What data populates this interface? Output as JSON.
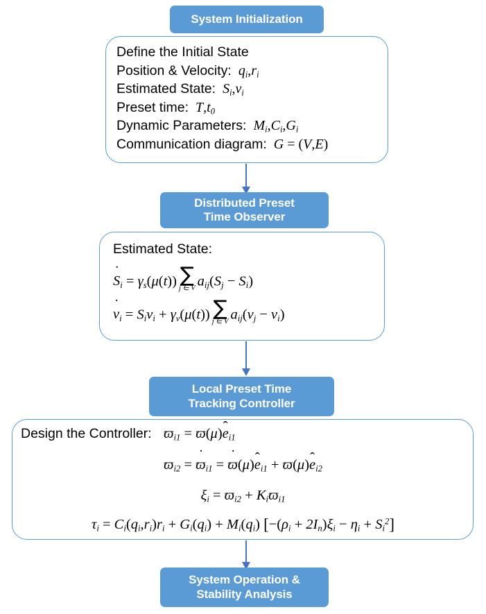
{
  "diagram": {
    "title": "Preset-Time Distributed Control Flowchart",
    "accent_color": "#5B9BD5",
    "arrow_color": "#4472C4",
    "panel_border_color": "#5B9BD5",
    "text_color": "#000000"
  },
  "stages": {
    "initialization": {
      "label": "System Initialization"
    },
    "observer": {
      "label": "Distributed Preset\nTime Observer"
    },
    "controller": {
      "label": "Local Preset Time\nTracking Controller"
    },
    "operation": {
      "label": "System Operation &\nStability Analysis"
    }
  },
  "panel_init": {
    "rows": [
      {
        "label": "Define the Initial State",
        "expr": ""
      },
      {
        "label": "Position & Velocity:",
        "expr": "q_i , r_i"
      },
      {
        "label": "Estimated State:",
        "expr": "S_i , v_i"
      },
      {
        "label": "Preset time:",
        "expr": "T , t_0"
      },
      {
        "label": "Dynamic Parameters:",
        "expr": "M_i , C_i , G_i"
      },
      {
        "label": "Communication diagram:",
        "expr": "G = (V, E)"
      }
    ]
  },
  "panel_observer": {
    "heading": "Estimated State:",
    "equations": [
      "Ṡ_i = γ_s(μ(t)) Σ_{j∈V} a_ij (S_j − S_i)",
      "v̇_i = S_i v_i + γ_v(μ(t)) Σ_{j∈V} a_ij (v_j − v_i)"
    ],
    "sum_limit": "j ∈ V"
  },
  "panel_controller": {
    "heading": "Design the Controller:",
    "equations": [
      "ϖ_i1 = ϖ(μ) ê_i1",
      "ϖ_i2 = ϖ̇_i1 = ϖ̇(μ) ê_i1 + ϖ(μ) ê_i2",
      "ξ_i = ϖ_i2 + K_i ϖ_i1",
      "τ_i = C_i(q_i, r_i) r_i + G_i(q_i) + M_i(q_i) [ −(ρ_i + 2I_n) ξ_i − η_i + S_i² ]"
    ]
  },
  "connectors": [
    {
      "from": "panel-init",
      "to": "stage-observer"
    },
    {
      "from": "panel-observer",
      "to": "stage-controller"
    },
    {
      "from": "panel-controller",
      "to": "stage-operation"
    }
  ]
}
